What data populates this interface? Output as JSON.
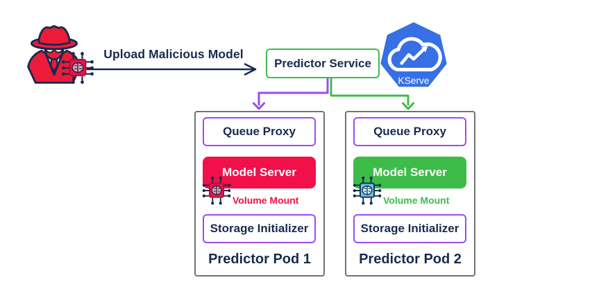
{
  "colors": {
    "navy_text": "#172B4D",
    "malicious_red": "#F1104A",
    "healthy_green": "#3EBC49",
    "purple": "#9C4BF2",
    "pod_border_gray": "#6E7278",
    "kserve_blue": "#3770E5",
    "chip_blue": "#5FC6E9"
  },
  "icons": {
    "attacker": "hacker-icon",
    "malicious_model": "ai-chip-brain-icon",
    "kserve": "kserve-cloud-logo"
  },
  "attack": {
    "arrow_label": "Upload Malicious Model"
  },
  "service": {
    "label": "Predictor Service",
    "logo_label": "KServe"
  },
  "pods": [
    {
      "title": "Predictor Pod 1",
      "variant": "compromised",
      "boxes": {
        "queue_proxy": "Queue Proxy",
        "model_server": "Model Server",
        "storage_initializer": "Storage Initializer"
      },
      "volume_mount": "Volume Mount",
      "status_color": "#F1104A"
    },
    {
      "title": "Predictor Pod 2",
      "variant": "healthy",
      "boxes": {
        "queue_proxy": "Queue Proxy",
        "model_server": "Model Server",
        "storage_initializer": "Storage Initializer"
      },
      "volume_mount": "Volume Mount",
      "status_color": "#3EBC49"
    }
  ]
}
